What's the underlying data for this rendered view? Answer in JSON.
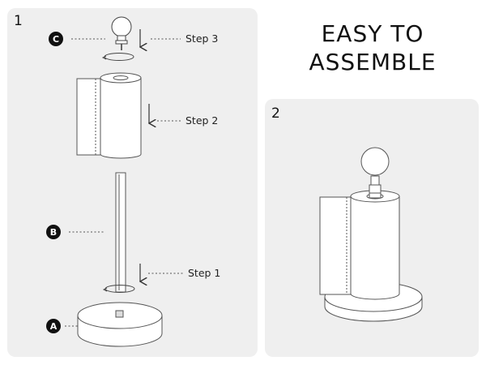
{
  "headline": {
    "line1": "EASY TO",
    "line2": "ASSEMBLE"
  },
  "panels": [
    {
      "number": "1"
    },
    {
      "number": "2"
    }
  ],
  "steps": [
    {
      "label": "Step 3"
    },
    {
      "label": "Step 2"
    },
    {
      "label": "Step 1"
    }
  ],
  "parts": [
    {
      "letter": "C"
    },
    {
      "letter": "B"
    },
    {
      "letter": "A"
    }
  ],
  "colors": {
    "panel_bg": "#efefef",
    "line": "#555555",
    "badge": "#111111"
  }
}
